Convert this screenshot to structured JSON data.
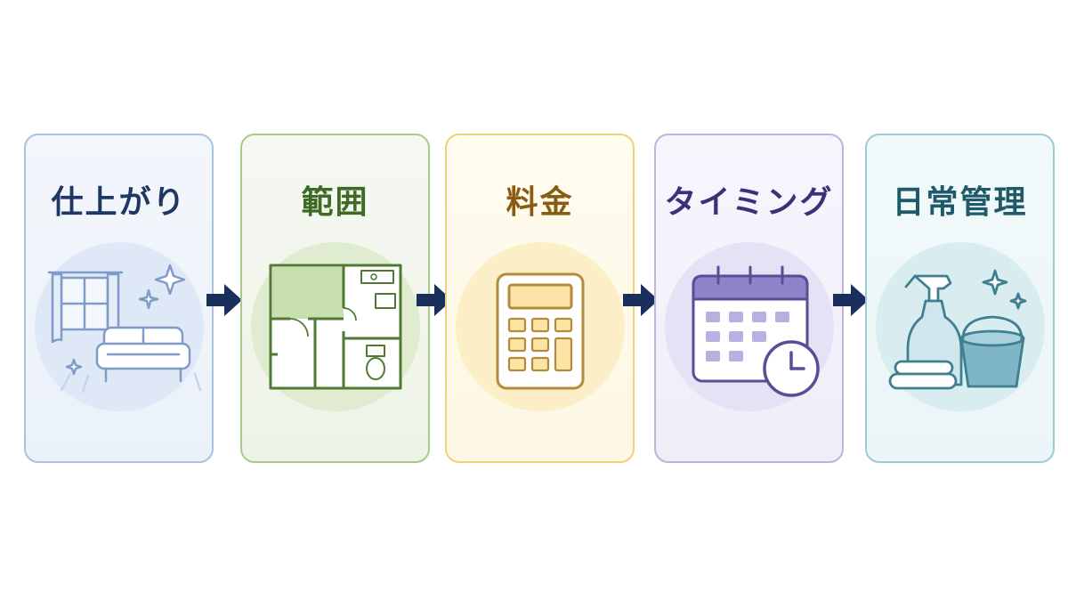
{
  "steps": [
    {
      "title": "仕上がり",
      "icon": "room-sofa-icon"
    },
    {
      "title": "範囲",
      "icon": "floor-plan-icon"
    },
    {
      "title": "料金",
      "icon": "calculator-icon"
    },
    {
      "title": "タイミング",
      "icon": "calendar-clock-icon"
    },
    {
      "title": "日常管理",
      "icon": "cleaning-supplies-icon"
    }
  ],
  "colors": {
    "arrow": "#1a2f5c",
    "step1": "#1f3763",
    "step2": "#3d6b24",
    "step3": "#8a5c12",
    "step4": "#3d2f78",
    "step5": "#1f5a68"
  }
}
